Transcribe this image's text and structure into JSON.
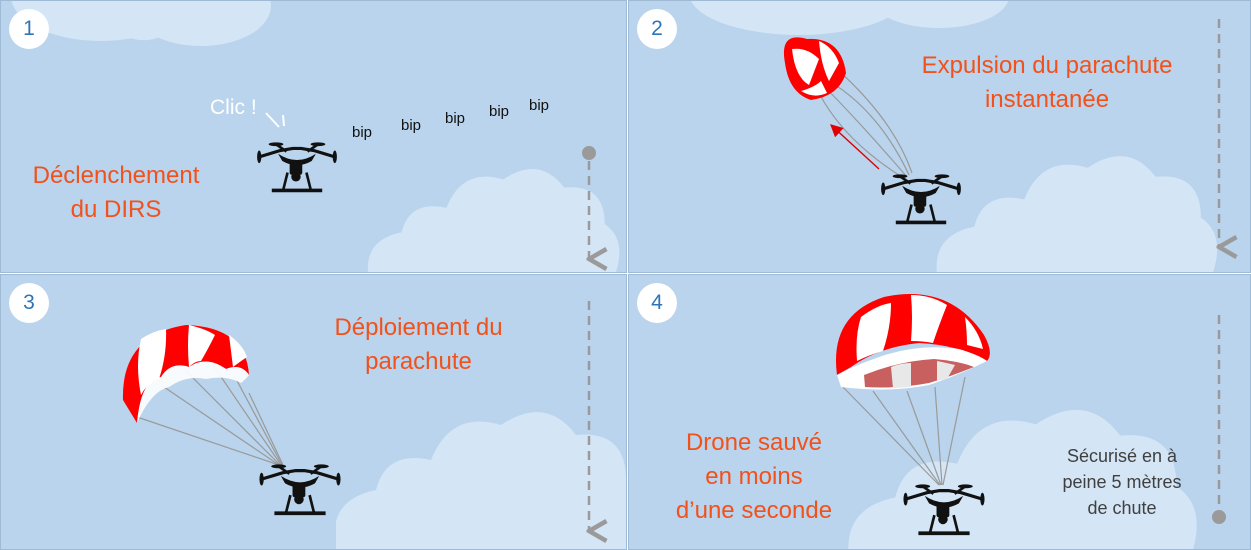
{
  "colors": {
    "sky": "#b9d4ec",
    "cloud": "#d4e5f5",
    "caption": "#f2511b",
    "canopy_red": "#ff0000",
    "canopy_white": "#ffffff",
    "drone": "#111111",
    "indicator": "#9a9a9a",
    "step_number": "#2e75b6"
  },
  "icons": [
    "drone-icon",
    "parachute-icon",
    "cloud-shape",
    "fall-indicator-arrow"
  ],
  "panels": [
    {
      "number": "1",
      "caption": "Déclenchement\ndu DIRS",
      "clic_label": "Clic !",
      "bips": [
        "bip",
        "bip",
        "bip",
        "bip",
        "bip"
      ]
    },
    {
      "number": "2",
      "caption": "Expulsion du parachute\ninstantanée"
    },
    {
      "number": "3",
      "caption": "Déploiement du\nparachute"
    },
    {
      "number": "4",
      "caption": "Drone sauvé\nen moins\nd’une seconde",
      "note": "Sécurisé en à\npeine 5 mètres\nde chute"
    }
  ]
}
